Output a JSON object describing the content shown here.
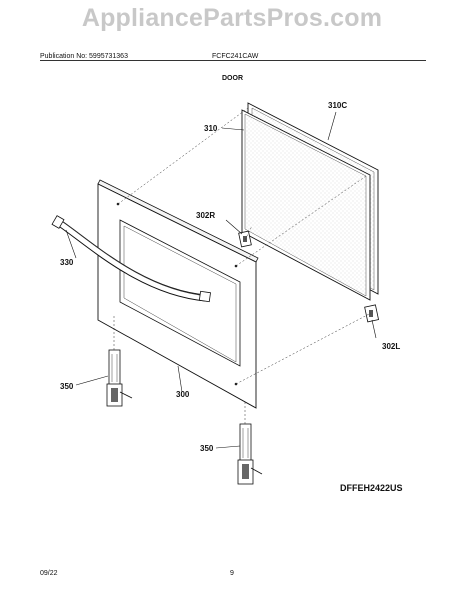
{
  "header": {
    "publication": "Publication No: 5995731363",
    "model": "FCFC241CAW",
    "section": "DOOR"
  },
  "watermark": "AppliancePartsPros.com",
  "callouts": {
    "door_glass_inner": "310C",
    "door_glass": "310",
    "hinge_receiver_right": "302R",
    "handle": "330",
    "hinge_receiver_left": "302L",
    "hinge_left": "350",
    "outer_door": "300",
    "hinge_right": "350"
  },
  "diagram_id": "DFFEH2422US",
  "footer": {
    "date": "09/22",
    "page": "9"
  }
}
